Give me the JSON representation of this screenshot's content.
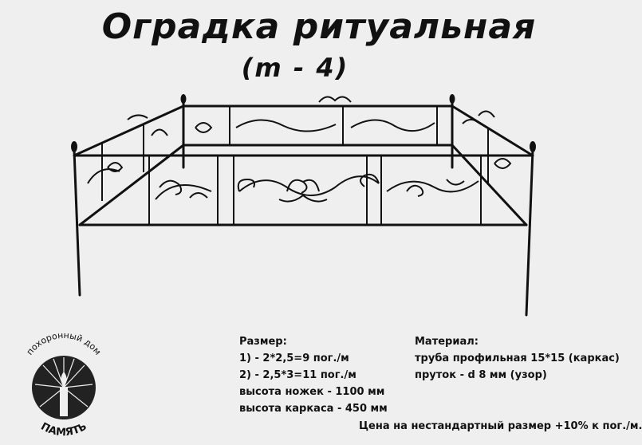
{
  "header": {
    "title": "Оградка ритуальная",
    "model": "(m - 4)"
  },
  "illustration": {
    "subject": "fence-drawing"
  },
  "logo": {
    "top_text": "похоронный дом",
    "bottom_text": "ПАМЯТЬ"
  },
  "specs": {
    "heading": "Размер:",
    "lines": [
      "1) - 2*2,5=9 пог./м",
      "2) - 2,5*3=11 пог./м",
      "высота ножек - 1100 мм",
      "высота каркаса - 450 мм"
    ]
  },
  "material": {
    "heading": "Материал:",
    "lines": [
      "труба профильная 15*15 (каркас)",
      "пруток - d 8 мм (узор)"
    ]
  },
  "price_note": "Цена на нестандартный размер +10% к пог./м.",
  "colors": {
    "background": "#efefef",
    "ink": "#111111"
  }
}
